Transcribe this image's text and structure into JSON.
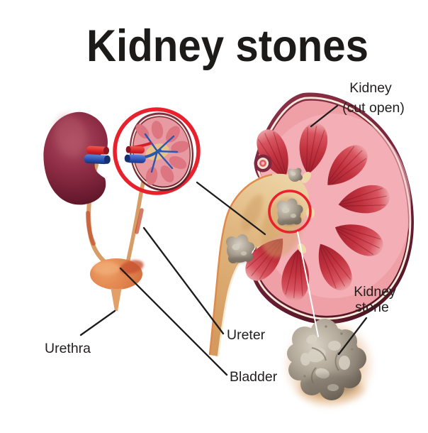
{
  "title": "Kidney stones",
  "labels": {
    "kidney_cut_open": [
      "Kidney",
      "(cut open)"
    ],
    "kidney_stone": [
      "Kidney",
      "stone"
    ],
    "ureter": "Ureter",
    "bladder": "Bladder",
    "urethra": "Urethra"
  },
  "colors": {
    "background": "#ffffff",
    "title_text": "#1c1b1a",
    "label_text": "#232020",
    "leader_line": "#1c1c1c",
    "highlight_circle_red": "#e8212d",
    "kidney_capsule_maroon": "#6b1f33",
    "kidney_cortex_pink": "#ef9fa6",
    "pyramid_red": "#c1323e",
    "renal_pelvis_tan": "#e3bc8a",
    "ureter_orange": "#d89c66",
    "bladder_orange": "#df8450",
    "artery_red": "#d62027",
    "vein_blue": "#2b50b4",
    "stone_gray": "#a79d8f",
    "stone_glow_tan": "#e6b98c"
  }
}
